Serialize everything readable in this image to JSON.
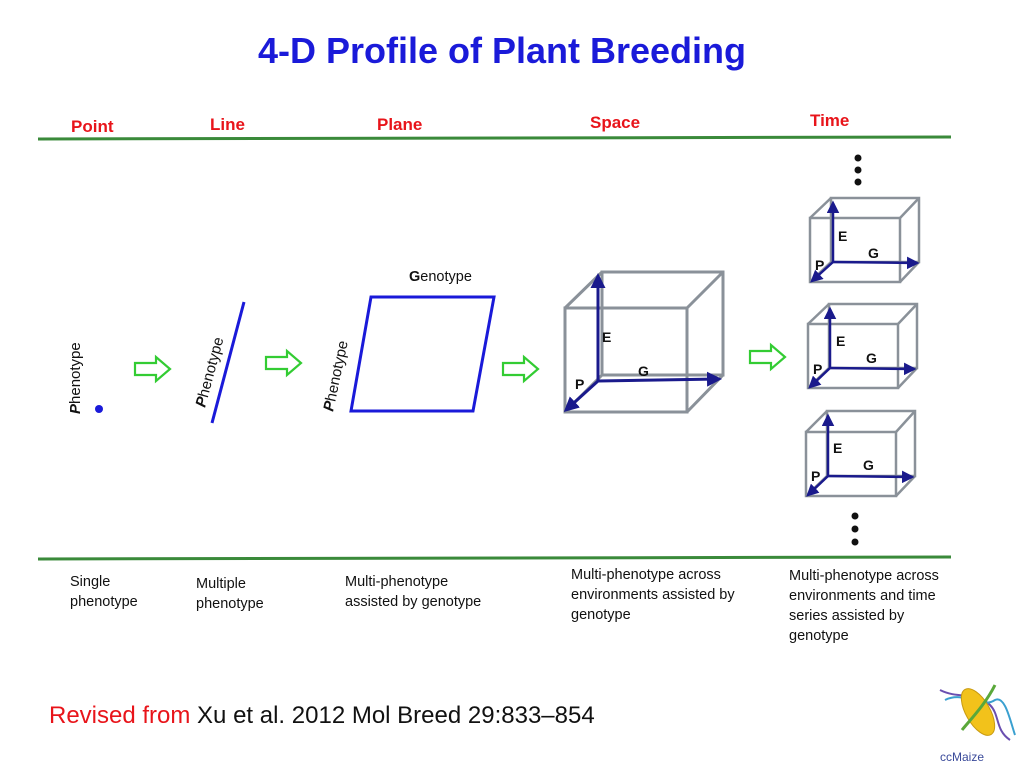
{
  "title": "4-D Profile of Plant Breeding",
  "columns": [
    {
      "heading": "Point",
      "description": "Single phenotype"
    },
    {
      "heading": "Line",
      "description": "Multiple phenotype"
    },
    {
      "heading": "Plane",
      "description": "Multi-phenotype assisted by genotype"
    },
    {
      "heading": "Space",
      "description": "Multi-phenotype across environments assisted by genotype"
    },
    {
      "heading": "Time",
      "description": "Multi-phenotype across environments and time series assisted by genotype"
    }
  ],
  "axis_labels": {
    "phenotype_initial": "P",
    "phenotype_rest": "henotype",
    "genotype_initial": "G",
    "genotype_rest": "enotype",
    "e": "E",
    "g": "G",
    "p": "P"
  },
  "citation": {
    "prefix": "Revised from",
    "source": "Xu et al. 2012 Mol Breed 29:833–854"
  },
  "logo": {
    "text": "ccMaize"
  },
  "colors": {
    "title": "#1a1ad9",
    "heading": "#e8141a",
    "rule": "#3a8a3a",
    "shape": "#1a1ad9",
    "arrow": "#33cc33",
    "cube": "#8a9199",
    "axis": "#1a1a8c"
  }
}
